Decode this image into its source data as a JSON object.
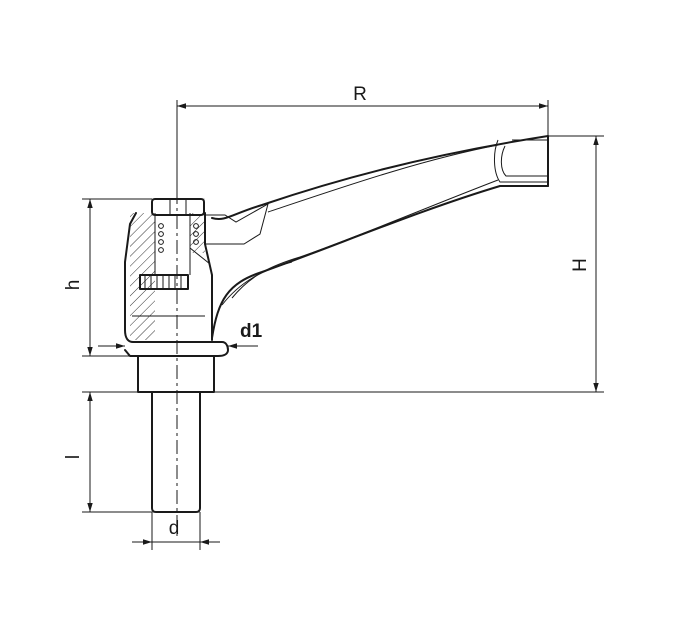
{
  "labels": {
    "R": "R",
    "H": "H",
    "h": "h",
    "d1": "d1",
    "l": "l",
    "d": "d"
  },
  "colors": {
    "line": "#1a1a1a",
    "background": "#ffffff"
  }
}
